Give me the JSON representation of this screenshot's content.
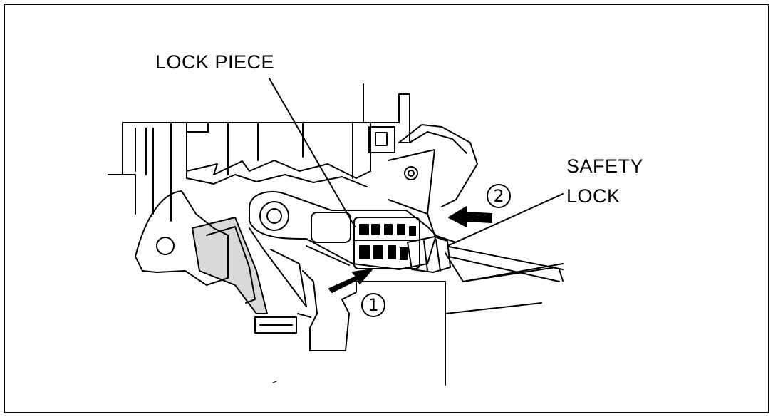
{
  "labels": {
    "lock_piece": "LOCK PIECE",
    "safety_lock_line1": "SAFETY",
    "safety_lock_line2": "LOCK"
  },
  "steps": {
    "one": "1",
    "two": "2"
  },
  "colors": {
    "ink": "#000000",
    "paper": "#ffffff"
  }
}
